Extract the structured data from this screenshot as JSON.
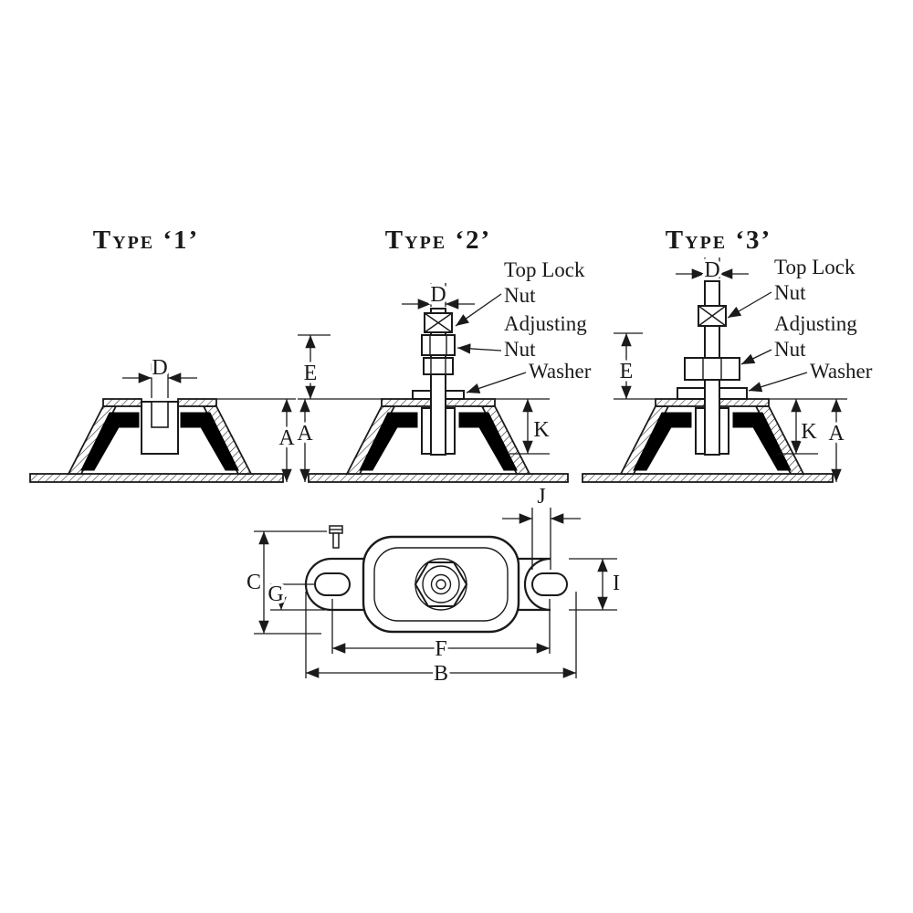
{
  "titles": {
    "type1": "Type ‘1’",
    "type2": "Type ‘2’",
    "type3": "Type ‘3’"
  },
  "dims": {
    "D": "D",
    "E": "E",
    "A": "A",
    "K": "K",
    "C": "C",
    "G": "G",
    "J": "J",
    "I": "I",
    "F": "F",
    "B": "B"
  },
  "callouts": {
    "top_lock_line1": "Top Lock",
    "top_lock_line2": "Nut",
    "adjusting_line1": "Adjusting",
    "adjusting_line2": "Nut",
    "washer": "Washer"
  },
  "colors": {
    "ink": "#1a1a1a",
    "paper": "#ffffff",
    "rubber": "#000000"
  }
}
